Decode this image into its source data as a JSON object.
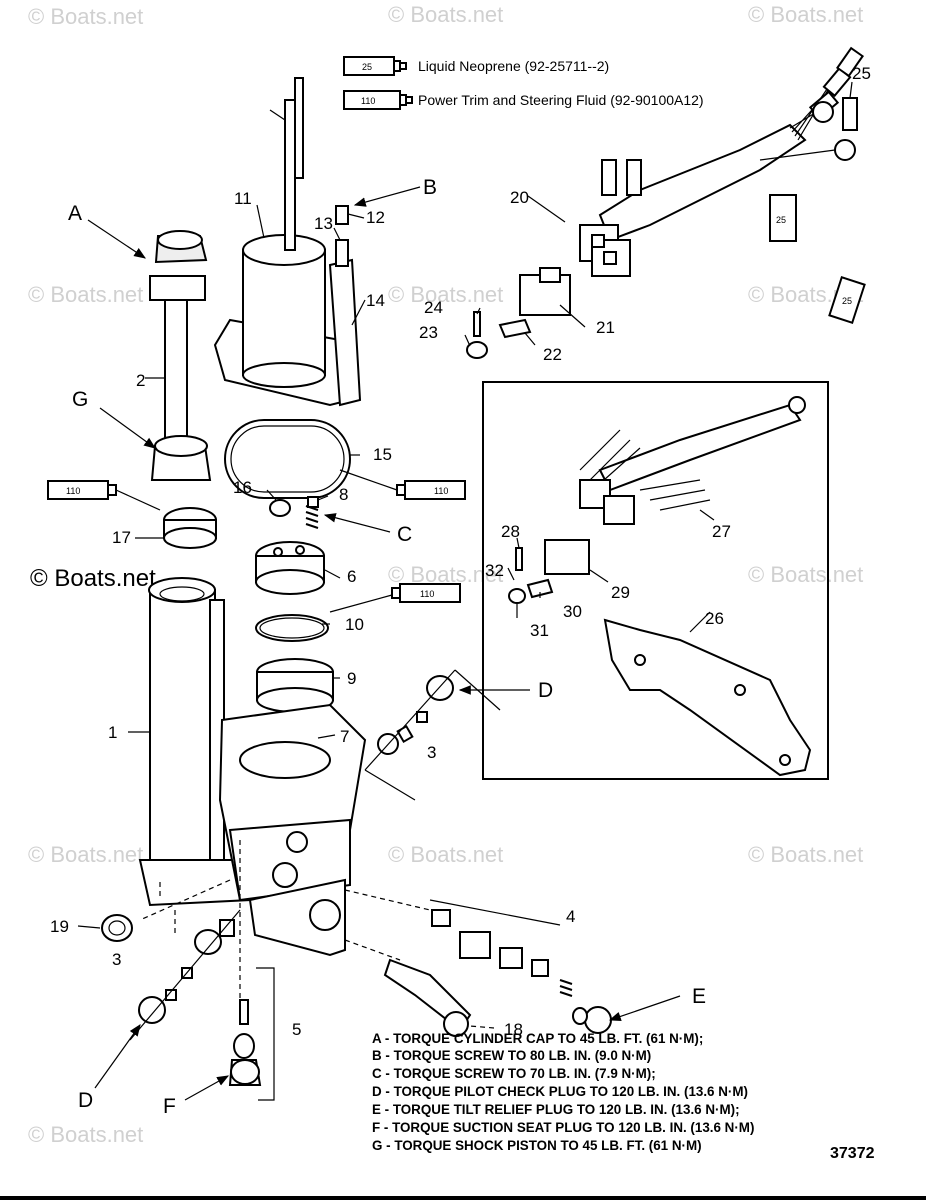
{
  "watermarks": [
    "© Boats.net",
    "© Boats.net",
    "© Boats.net",
    "© Boats.net",
    "© Boats.net",
    "© Boats.net",
    "© Boats.net",
    "© Boats.net",
    "© Boats.net",
    "© Boats.net",
    "© Boats.net",
    "© Boats.net"
  ],
  "copyright": "© Boats.net",
  "legend": [
    {
      "tube_label": "25",
      "text": "Liquid Neoprene (92-25711--2)"
    },
    {
      "tube_label": "110",
      "text": "Power Trim  and Steering Fluid (92-90100A12)"
    }
  ],
  "tubes": {
    "t25_wire": "25",
    "t25_right": "25",
    "t110_left": "110",
    "t110_right": "110",
    "t110_mid": "110"
  },
  "callouts": {
    "c1": "1",
    "c2": "2",
    "c3a": "3",
    "c3b": "3",
    "c4": "4",
    "c5": "5",
    "c6": "6",
    "c7": "7",
    "c8": "8",
    "c9": "9",
    "c10": "10",
    "c11": "11",
    "c12": "12",
    "c13": "13",
    "c14": "14",
    "c15": "15",
    "c16": "16",
    "c17": "17",
    "c18": "18",
    "c19": "19",
    "c20": "20",
    "c21": "21",
    "c22": "22",
    "c23": "23",
    "c24": "24",
    "c25a": "25",
    "c26": "26",
    "c27": "27",
    "c28": "28",
    "c29": "29",
    "c30": "30",
    "c31": "31",
    "c32": "32"
  },
  "letters": {
    "A": "A",
    "B": "B",
    "C": "C",
    "D1": "D",
    "D2": "D",
    "E": "E",
    "F": "F",
    "G": "G"
  },
  "torque_notes": [
    "A - TORQUE CYLINDER CAP TO 45 LB. FT. (61 N·M);",
    "B - TORQUE SCREW TO 80 LB. IN. (9.0 N·M)",
    "C - TORQUE SCREW TO 70 LB. IN. (7.9 N·M);",
    "D - TORQUE PILOT CHECK PLUG TO 120 LB. IN. (13.6 N·M)",
    "E - TORQUE TILT RELIEF PLUG TO 120 LB. IN. (13.6 N·M);",
    "F - TORQUE SUCTION SEAT PLUG TO 120 LB. IN. (13.6 N·M)",
    "G - TORQUE SHOCK PISTON TO 45 LB. FT. (61 N·M)"
  ],
  "figure_number": "37372"
}
